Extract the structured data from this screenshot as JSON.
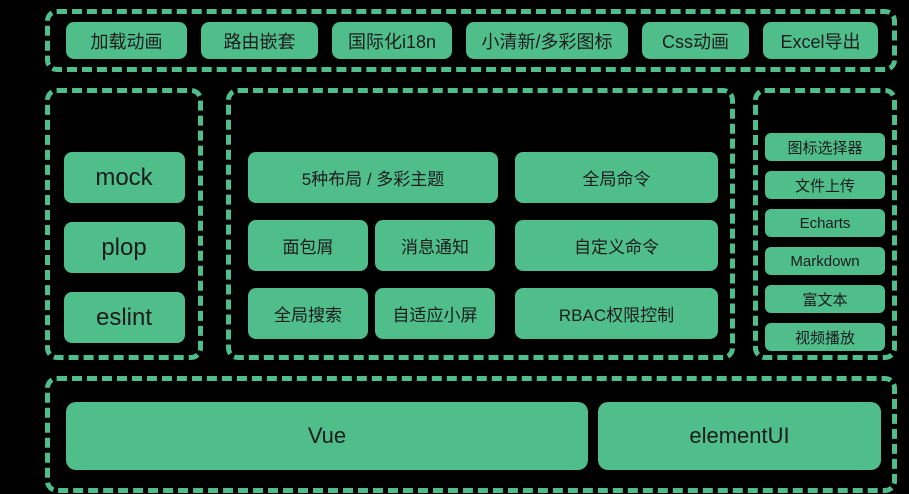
{
  "colors": {
    "background": "#000000",
    "accent": "#4FBE8B",
    "text": "#1c1c1c"
  },
  "top_row": {
    "items": [
      "加载动画",
      "路由嵌套",
      "国际化i18n",
      "小清新/多彩图标",
      "Css动画",
      "Excel导出"
    ]
  },
  "tooling": {
    "items": [
      "mock",
      "plop",
      "eslint"
    ]
  },
  "features": {
    "row1": [
      "5种布局 / 多彩主题",
      "全局命令"
    ],
    "row2": [
      "面包屑",
      "消息通知",
      "自定义命令"
    ],
    "row3": [
      "全局搜索",
      "自适应小屏",
      "RBAC权限控制"
    ]
  },
  "components": {
    "items": [
      "图标选择器",
      "文件上传",
      "Echarts",
      "Markdown",
      "富文本",
      "视频播放"
    ]
  },
  "framework": {
    "items": [
      "Vue",
      "elementUI"
    ]
  }
}
